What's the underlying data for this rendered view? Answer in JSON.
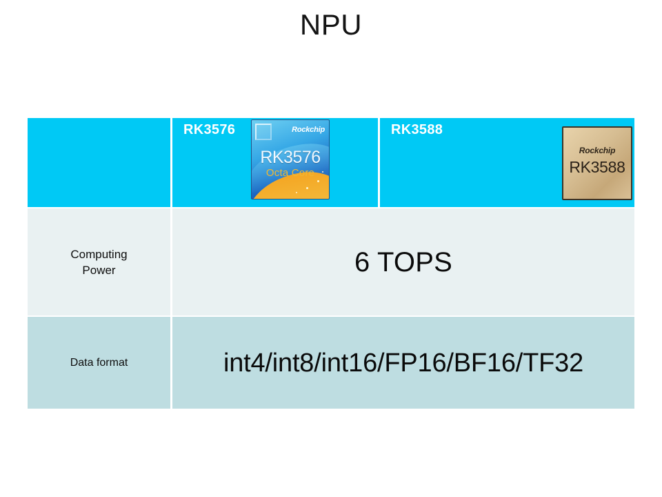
{
  "slide": {
    "title": "NPU"
  },
  "colors": {
    "header_cyan": "#00c9f5",
    "row_light": "#e9f1f2",
    "row_teal": "#bedde1",
    "text_dark": "#0a0a0a",
    "header_text": "#ffffff",
    "chip_3576_accent": "#f2b830",
    "chip_3588_body": "#d6bd92"
  },
  "table": {
    "header": {
      "label_column": "",
      "columns": [
        {
          "name": "RK3576",
          "chip": {
            "brand": "Rockchip",
            "part": "RK3576",
            "subtitle": "Octa Core"
          }
        },
        {
          "name": "RK3588",
          "chip": {
            "brand": "Rockchip",
            "part": "RK3588"
          }
        }
      ]
    },
    "rows": [
      {
        "label": "Computing\nPower",
        "value": "6 TOPS"
      },
      {
        "label": "Data format",
        "value": "int4/int8/int16/FP16/BF16/TF32"
      }
    ]
  }
}
